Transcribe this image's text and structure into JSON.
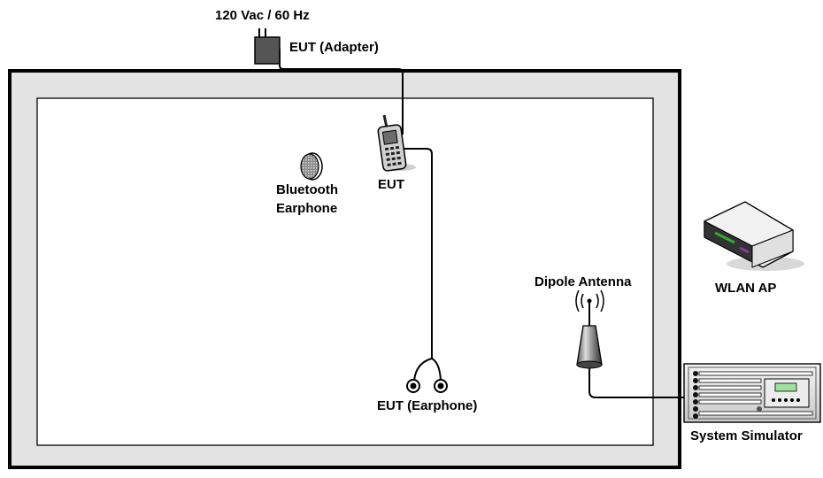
{
  "labels": {
    "power_source": "120 Vac / 60 Hz",
    "eut_adapter": "EUT (Adapter)",
    "eut": "EUT",
    "bluetooth_line1": "Bluetooth",
    "bluetooth_line2": "Earphone",
    "eut_earphone": "EUT (Earphone)",
    "dipole_antenna": "Dipole Antenna",
    "wlan_ap": "WLAN AP",
    "system_simulator": "System Simulator"
  },
  "icons": {
    "adapter": "power-adapter-icon",
    "phone": "mobile-phone-icon",
    "bluetooth": "bluetooth-earphone-icon",
    "earphone": "wired-earphone-icon",
    "antenna": "dipole-antenna-icon",
    "router": "wlan-router-icon",
    "simulator": "rack-simulator-icon"
  },
  "colors": {
    "chamber_outer_fill": "#e3e3e3",
    "chamber_border": "#000000",
    "led_green": "#33aa33",
    "led_purple": "#8b3a9a"
  }
}
